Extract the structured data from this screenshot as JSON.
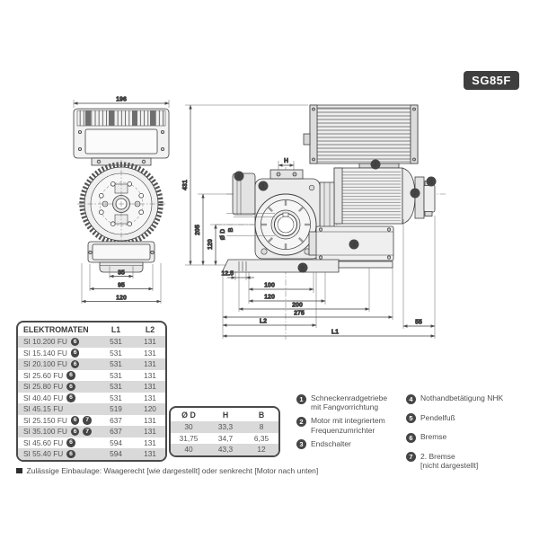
{
  "badge": "SG85F",
  "drawing": {
    "front": {
      "dim_width": "196",
      "dim_a": "35",
      "dim_b": "95",
      "dim_c": "120"
    },
    "side": {
      "dim_height": "431",
      "dim_h205": "205",
      "dim_h120": "120",
      "dim_shaft_d": "Ø D",
      "dim_shaft_b": "B",
      "dim_h": "H",
      "dim_125": "12.5",
      "dim_100": "100",
      "dim_120": "120",
      "dim_200": "200",
      "dim_275": "275",
      "dim_l2": "L2",
      "dim_55": "55",
      "dim_l1": "L1"
    },
    "callouts": {
      "c1": "1",
      "c2": "2",
      "c3": "3",
      "c4": "4",
      "c5": "5",
      "c6": "6",
      "c7": "7"
    }
  },
  "models_table": {
    "headers": [
      "ELEKTROMATEN",
      "L1",
      "L2"
    ],
    "rows": [
      {
        "model": "SI 10.200 FU",
        "badges": [
          "6"
        ],
        "l1": "531",
        "l2": "131",
        "shaded": true
      },
      {
        "model": "SI 15.140 FU",
        "badges": [
          "6"
        ],
        "l1": "531",
        "l2": "131",
        "shaded": false
      },
      {
        "model": "SI 20.100 FU",
        "badges": [
          "6"
        ],
        "l1": "531",
        "l2": "131",
        "shaded": true
      },
      {
        "model": "SI 25.60 FU",
        "badges": [
          "6"
        ],
        "l1": "531",
        "l2": "131",
        "shaded": false
      },
      {
        "model": "SI 25.80 FU",
        "badges": [
          "6"
        ],
        "l1": "531",
        "l2": "131",
        "shaded": true
      },
      {
        "model": "SI 40.40 FU",
        "badges": [
          "6"
        ],
        "l1": "531",
        "l2": "131",
        "shaded": false
      },
      {
        "model": "SI 45.15 FU",
        "badges": [],
        "l1": "519",
        "l2": "120",
        "shaded": true
      },
      {
        "model": "SI 25.150 FU",
        "badges": [
          "6",
          "7"
        ],
        "l1": "637",
        "l2": "131",
        "shaded": false
      },
      {
        "model": "SI 35.100 FU",
        "badges": [
          "6",
          "7"
        ],
        "l1": "637",
        "l2": "131",
        "shaded": true
      },
      {
        "model": "SI 45.60 FU",
        "badges": [
          "6"
        ],
        "l1": "594",
        "l2": "131",
        "shaded": false
      },
      {
        "model": "SI 55.40 FU",
        "badges": [
          "6"
        ],
        "l1": "594",
        "l2": "131",
        "shaded": true
      }
    ]
  },
  "shaft_table": {
    "headers": [
      "Ø D",
      "H",
      "B"
    ],
    "rows": [
      {
        "d": "30",
        "h": "33,3",
        "b": "8",
        "shaded": true
      },
      {
        "d": "31,75",
        "h": "34,7",
        "b": "6,35",
        "shaded": false
      },
      {
        "d": "40",
        "h": "43,3",
        "b": "12",
        "shaded": true
      }
    ]
  },
  "legend": {
    "col1": [
      {
        "num": "1",
        "text": "Schneckenradgetriebe\nmit Fangvorrichtung"
      },
      {
        "num": "2",
        "text": "Motor mit integriertem\nFrequenzumrichter"
      },
      {
        "num": "3",
        "text": "Endschalter"
      }
    ],
    "col2": [
      {
        "num": "4",
        "text": "Nothandbetätigung NHK"
      },
      {
        "num": "5",
        "text": "Pendelfuß"
      },
      {
        "num": "6",
        "text": "Bremse"
      },
      {
        "num": "7",
        "text": "2. Bremse\n[nicht dargestellt]"
      }
    ]
  },
  "footer": {
    "text": "Zulässige Einbaulage: Waagerecht [wie dargestellt] oder senkrecht [Motor nach unten]"
  }
}
